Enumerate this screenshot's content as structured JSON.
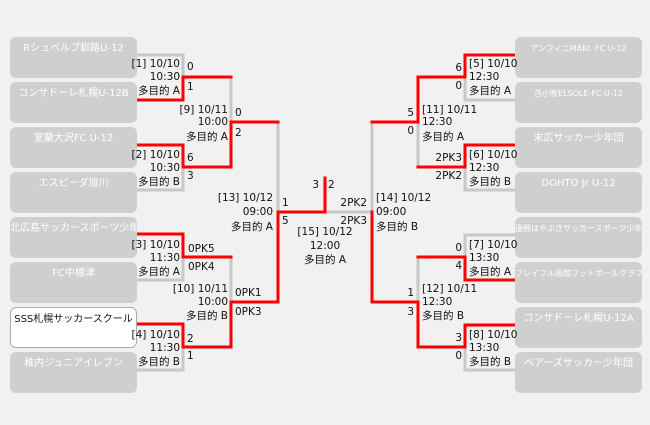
{
  "teams_left": [
    "Rシュペルブ釧路U-12",
    "コンサドーレ札幌U-12B",
    "室蘭大沢FC U-12",
    "エスピーダ旭川",
    "北広島サッカースポーツ少年団",
    "FC中標津",
    "SSS札幌サッカースクール",
    "稚内ジュニアイレブン"
  ],
  "teams_right": [
    "アンフィニMAKI. FC U-12",
    "苫小牧ELSOLE-FC U-12",
    "末広サッカー少年団",
    "DOHTO Jr U-12",
    "遠軽はやぶさサッカースポーツ少年団",
    "ブレイフル函館フットボールクラブ",
    "コンサドーレ札幌U-12A",
    "ベアーズサッカー少年団"
  ],
  "selected_team": "SSS札幌サッカースクール",
  "matches": [
    {
      "header": "[1] 10/10",
      "time": "10:30",
      "venue": "多目的 A",
      "score_top": "0",
      "score_bottom": "1"
    },
    {
      "header": "[2] 10/10",
      "time": "10:30",
      "venue": "多目的 B",
      "score_top": "6",
      "score_bottom": "3"
    },
    {
      "header": "[3] 10/10",
      "time": "11:30",
      "venue": "多目的 A",
      "score_top": "0PK5",
      "score_bottom": "0PK4"
    },
    {
      "header": "[4] 10/10",
      "time": "11:30",
      "venue": "多目的 B",
      "score_top": "2",
      "score_bottom": "1"
    },
    {
      "header": "[5] 10/10",
      "time": "12:30",
      "venue": "多目的 A",
      "score_top": "6",
      "score_bottom": "0"
    },
    {
      "header": "[6] 10/10",
      "time": "12:30",
      "venue": "多目的 B",
      "score_top": "2PK3",
      "score_bottom": "2PK2"
    },
    {
      "header": "[7] 10/10",
      "time": "13:30",
      "venue": "多目的 A",
      "score_top": "0",
      "score_bottom": "4"
    },
    {
      "header": "[8] 10/10",
      "time": "13:30",
      "venue": "多目的 B",
      "score_top": "3",
      "score_bottom": "0"
    },
    {
      "header": "[9] 10/11",
      "time": "10:00",
      "venue": "多目的 A",
      "score_top": "0",
      "score_bottom": "2"
    },
    {
      "header": "[10] 10/11",
      "time": "10:00",
      "venue": "多目的 B",
      "score_top": "0PK1",
      "score_bottom": "0PK3"
    },
    {
      "header": "[11] 10/11",
      "time": "12:30",
      "venue": "多目的 A",
      "score_top": "5",
      "score_bottom": "0"
    },
    {
      "header": "[12] 10/11",
      "time": "12:30",
      "venue": "多目的 B",
      "score_top": "1",
      "score_bottom": "3"
    },
    {
      "header": "[13] 10/12",
      "time": "09:00",
      "venue": "多目的 A",
      "score_top": "1",
      "score_bottom": "5"
    },
    {
      "header": "[14] 10/12",
      "time": "09:00",
      "venue": "多目的 B",
      "score_top": "2PK2",
      "score_bottom": "2PK3"
    },
    {
      "header": "[15] 10/12",
      "time": "12:00",
      "venue": "多目的 A",
      "score_top": "3",
      "score_bottom": "2"
    }
  ],
  "colors": {
    "winner_line": "#ff0000",
    "line": "#c8c8c8",
    "team_box": "#cfcfcf"
  }
}
